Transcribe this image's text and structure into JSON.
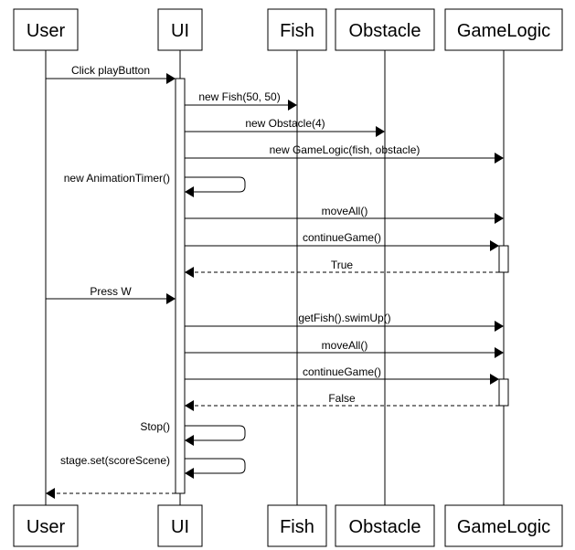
{
  "participants": [
    {
      "id": "user",
      "name": "User"
    },
    {
      "id": "ui",
      "name": "UI"
    },
    {
      "id": "fish",
      "name": "Fish"
    },
    {
      "id": "obstacle",
      "name": "Obstacle"
    },
    {
      "id": "gamelogic",
      "name": "GameLogic"
    }
  ],
  "messages": [
    {
      "label": "Click playButton",
      "from": "user",
      "to": "ui",
      "type": "sync"
    },
    {
      "label": "new Fish(50, 50)",
      "from": "ui",
      "to": "fish",
      "type": "sync"
    },
    {
      "label": "new Obstacle(4)",
      "from": "ui",
      "to": "obstacle",
      "type": "sync"
    },
    {
      "label": "new GameLogic(fish, obstacle)",
      "from": "ui",
      "to": "gamelogic",
      "type": "sync"
    },
    {
      "label": "new AnimationTimer()",
      "from": "ui",
      "to": "ui",
      "type": "self"
    },
    {
      "label": "moveAll()",
      "from": "ui",
      "to": "gamelogic",
      "type": "sync"
    },
    {
      "label": "continueGame()",
      "from": "ui",
      "to": "gamelogic",
      "type": "sync"
    },
    {
      "label": "True",
      "from": "gamelogic",
      "to": "ui",
      "type": "return"
    },
    {
      "label": "Press W",
      "from": "user",
      "to": "ui",
      "type": "sync"
    },
    {
      "label": "getFish().swimUp()",
      "from": "ui",
      "to": "gamelogic",
      "type": "sync"
    },
    {
      "label": "moveAll()",
      "from": "ui",
      "to": "gamelogic",
      "type": "sync"
    },
    {
      "label": "continueGame()",
      "from": "ui",
      "to": "gamelogic",
      "type": "sync"
    },
    {
      "label": "False",
      "from": "gamelogic",
      "to": "ui",
      "type": "return"
    },
    {
      "label": "Stop()",
      "from": "ui",
      "to": "ui",
      "type": "self"
    },
    {
      "label": "stage.set(scoreScene)",
      "from": "ui",
      "to": "ui",
      "type": "self"
    },
    {
      "label": "",
      "from": "ui",
      "to": "user",
      "type": "return"
    }
  ]
}
